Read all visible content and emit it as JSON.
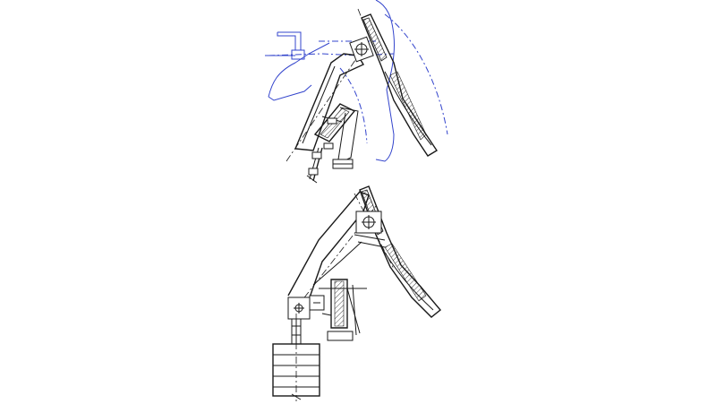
{
  "colors": {
    "background": "#ffffff",
    "linework": "#1a1a1a",
    "reference_outline": "#3344cc"
  },
  "views": [
    {
      "id": "upper",
      "description_icon": "pedal-assembly-installed-view"
    },
    {
      "id": "lower",
      "description_icon": "pedal-assembly-counterweight-view"
    }
  ]
}
